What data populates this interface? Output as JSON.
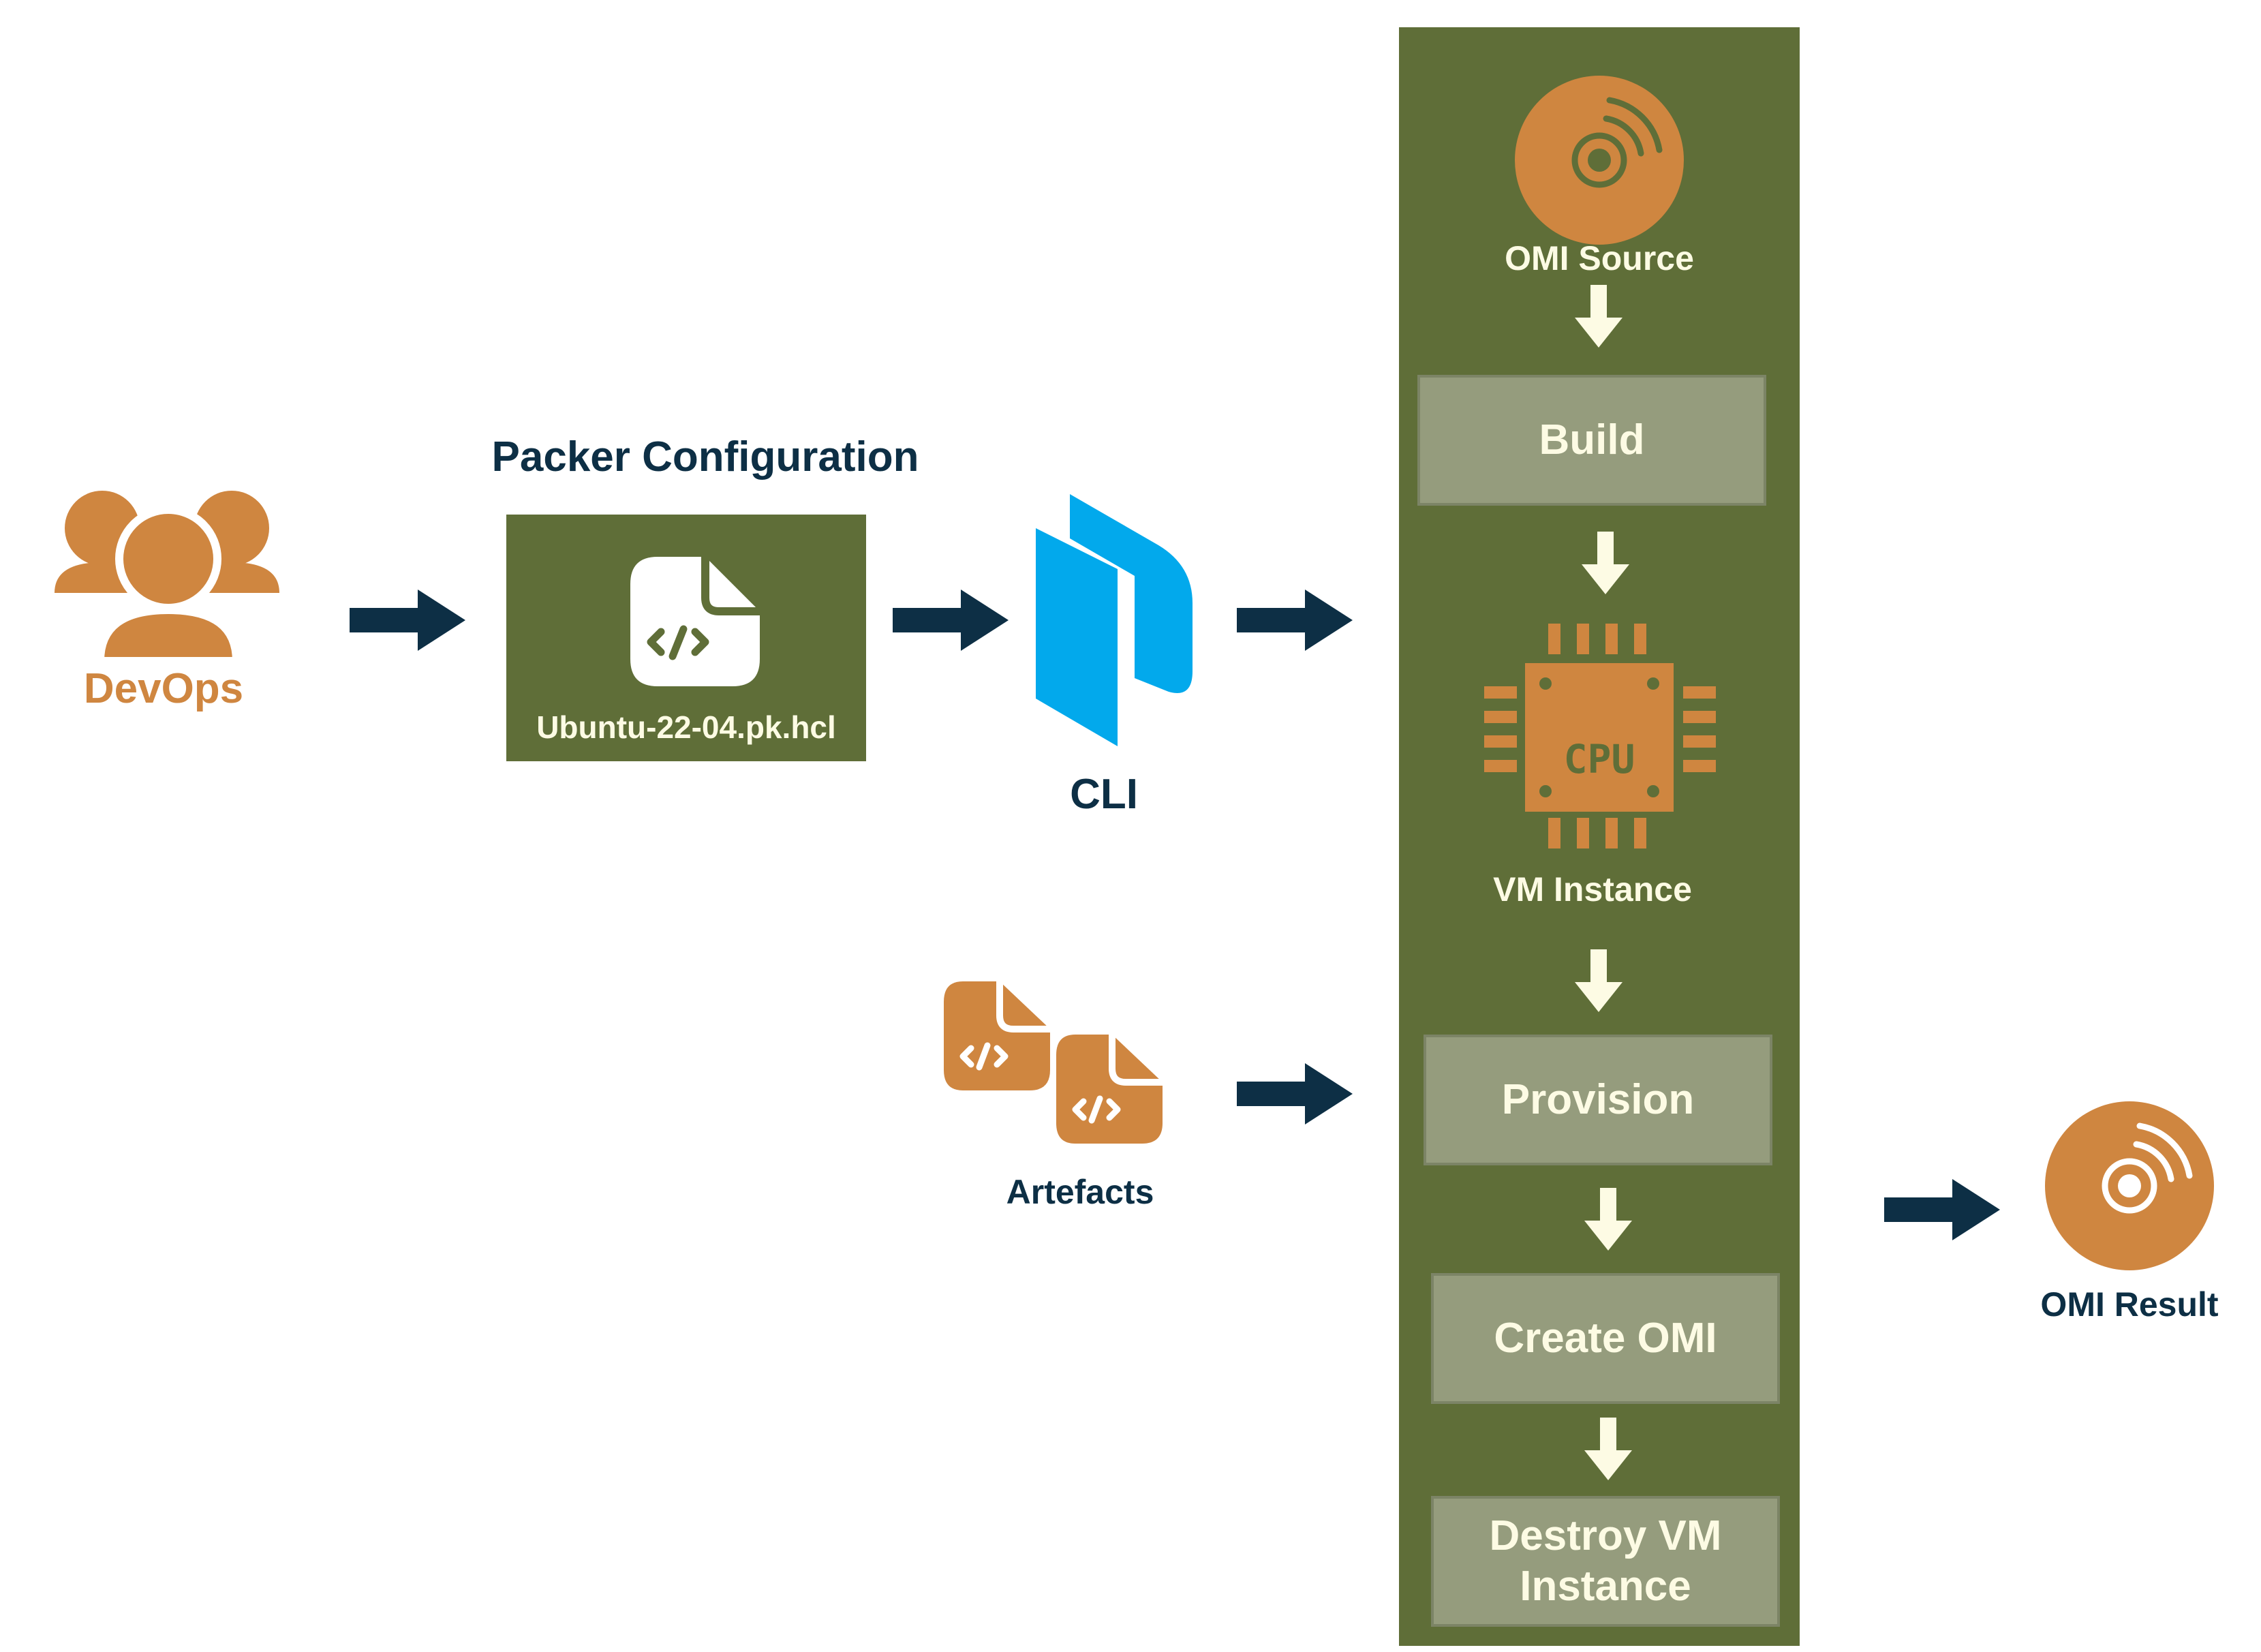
{
  "actors": {
    "devops_label": "DevOps"
  },
  "packer_config": {
    "title": "Packer Configuration",
    "file_name": "Ubuntu-22-04.pk.hcl"
  },
  "cli": {
    "label": "CLI"
  },
  "artefacts": {
    "label": "Artefacts"
  },
  "pipeline": {
    "source_label": "OMI Source",
    "steps": [
      {
        "label": "Build"
      },
      {
        "label": "Provision"
      },
      {
        "label": "Create OMI"
      },
      {
        "label": "Destroy VM Instance"
      }
    ],
    "vm_label": "VM Instance",
    "cpu_text": "CPU"
  },
  "result": {
    "label": "OMI Result"
  },
  "colors": {
    "navy": "#0d2f45",
    "orange": "#cf8640",
    "olive": "#5f6e38",
    "step_gray": "#959c7d",
    "cream": "#fdfbe4",
    "cli_blue": "#02a9ec"
  },
  "icons": [
    "users-icon",
    "code-file-icon",
    "packer-logo-icon",
    "disc-icon",
    "cpu-icon"
  ]
}
